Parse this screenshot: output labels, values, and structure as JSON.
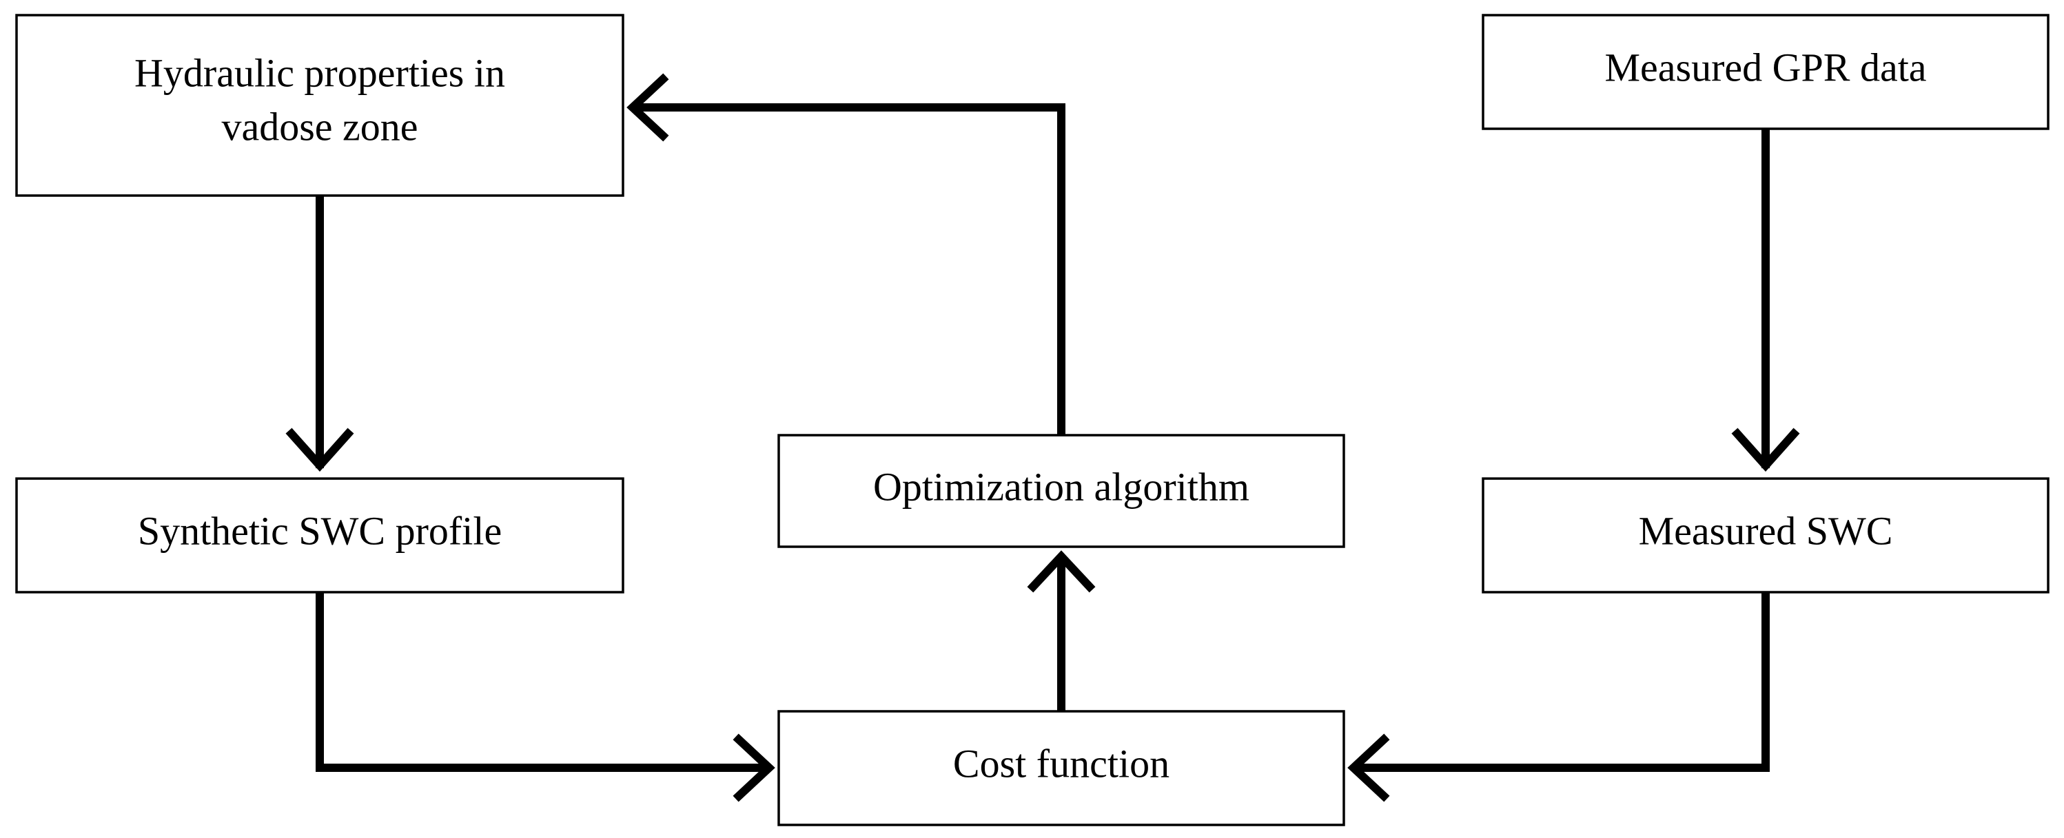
{
  "nodes": {
    "hydraulic": {
      "lines": [
        "Hydraulic properties in",
        "vadose zone"
      ]
    },
    "gpr": {
      "lines": [
        "Measured GPR data"
      ]
    },
    "synthetic": {
      "lines": [
        "Synthetic SWC profile"
      ]
    },
    "optimization": {
      "lines": [
        "Optimization algorithm"
      ]
    },
    "measured_swc": {
      "lines": [
        "Measured SWC"
      ]
    },
    "cost": {
      "lines": [
        "Cost function"
      ]
    }
  },
  "edges": [
    {
      "from": "hydraulic",
      "to": "synthetic"
    },
    {
      "from": "gpr",
      "to": "measured_swc"
    },
    {
      "from": "synthetic",
      "to": "cost"
    },
    {
      "from": "measured_swc",
      "to": "cost"
    },
    {
      "from": "cost",
      "to": "optimization"
    },
    {
      "from": "optimization",
      "to": "hydraulic"
    }
  ]
}
